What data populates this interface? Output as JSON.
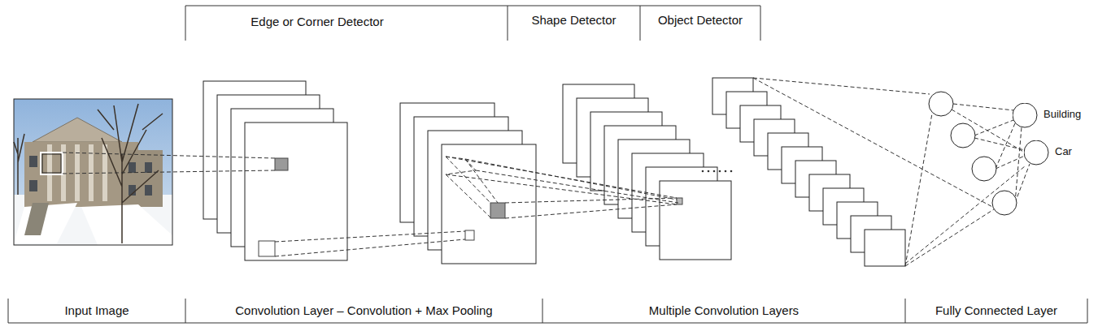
{
  "diagram": {
    "nodes": [
      {
        "text": [
          "Building"
        ]
      },
      {
        "text": [
          "Car"
        ]
      }
    ],
    "labels": [
      "Edge or Corner Detector",
      "Shape Detector",
      "Object Detector",
      "Input Image",
      "Convolution Layer – Convolution + Max Pooling",
      "Multiple Convolution Layers",
      "Fully Connected Layer"
    ]
  }
}
